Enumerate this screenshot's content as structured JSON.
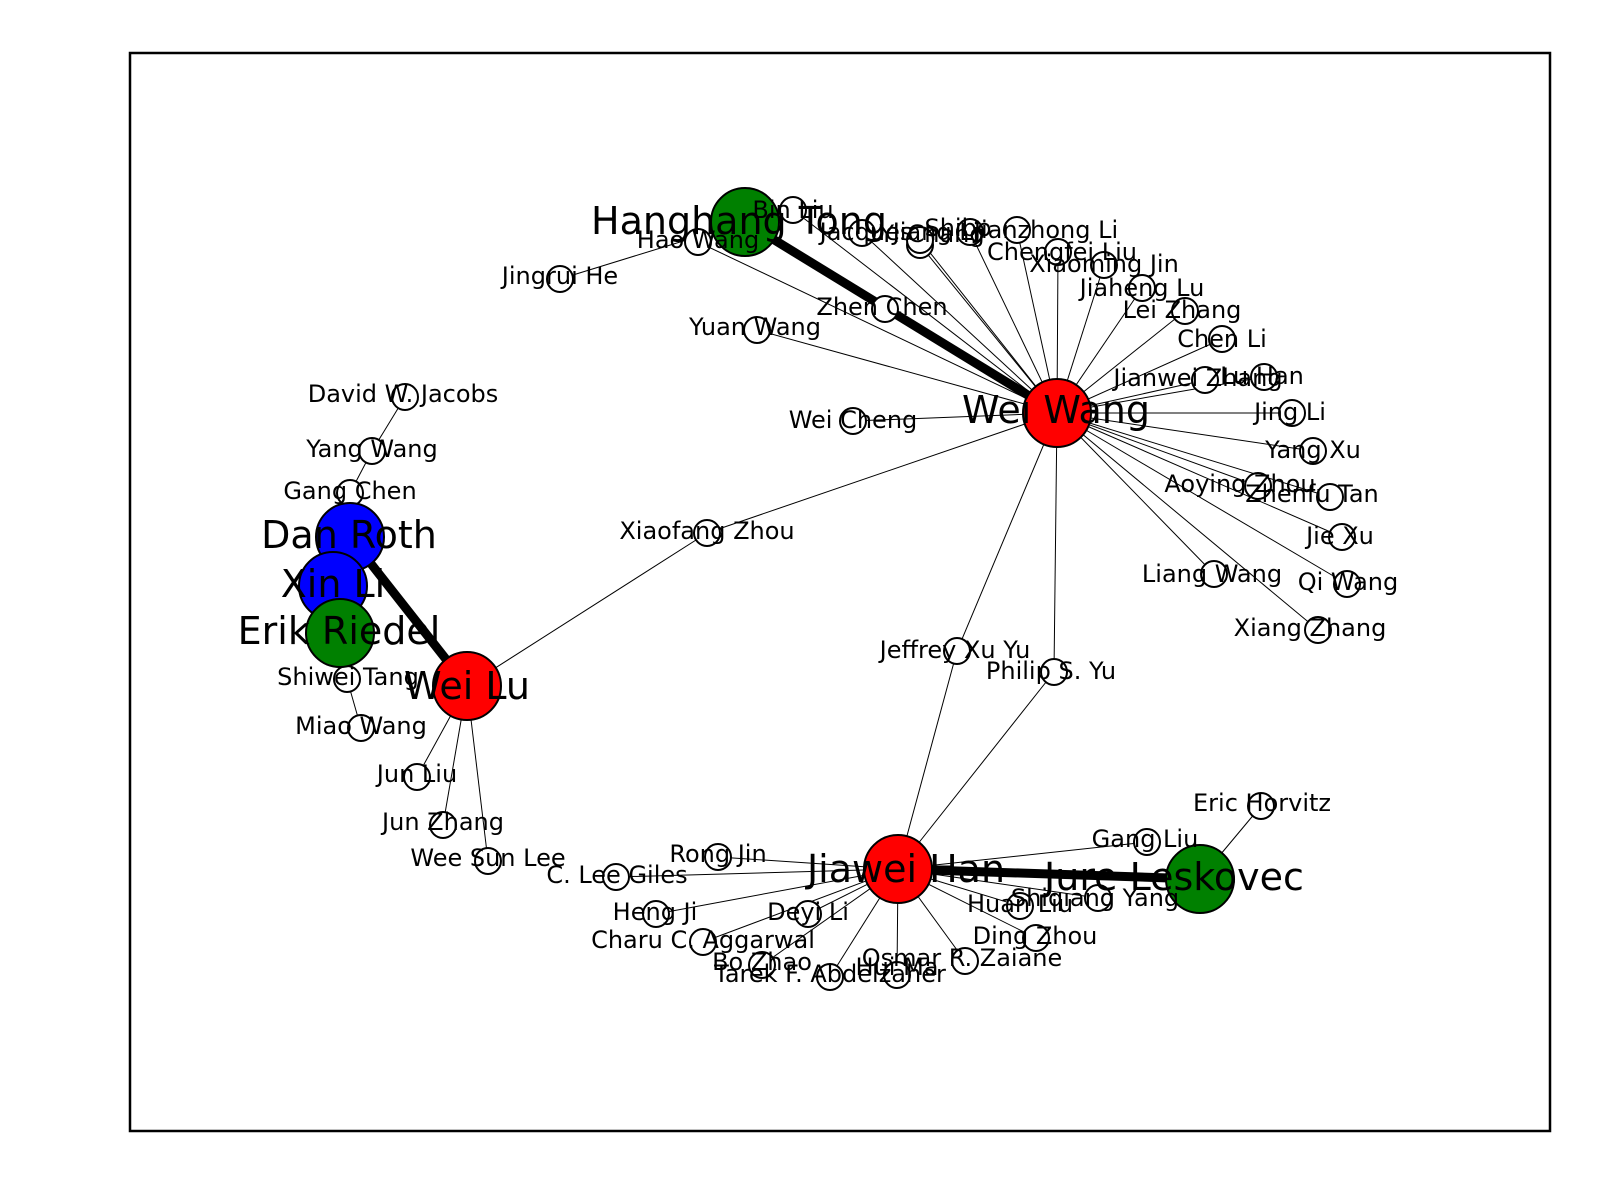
{
  "colors": {
    "red": "#ff0000",
    "blue": "#0000ff",
    "green": "#008000",
    "white": "#ffffff",
    "edge": "#000000",
    "frame": "#000000"
  },
  "nodes": [
    {
      "id": "wei-wang",
      "label": "Wei Wang",
      "color": "red",
      "big": true
    },
    {
      "id": "jiawei-han",
      "label": "Jiawei Han",
      "color": "red",
      "big": true
    },
    {
      "id": "wei-lu",
      "label": "Wei Lu",
      "color": "red",
      "big": true
    },
    {
      "id": "dan-roth",
      "label": "Dan Roth",
      "color": "blue",
      "big": true
    },
    {
      "id": "xin-li",
      "label": "Xin Li",
      "color": "blue",
      "big": true
    },
    {
      "id": "erik-riedel",
      "label": "Erik Riedel",
      "color": "green",
      "big": true
    },
    {
      "id": "hanghang-tong",
      "label": "Hanghang Tong",
      "color": "green",
      "big": true
    },
    {
      "id": "jure-leskovec",
      "label": "Jure Leskovec",
      "color": "green",
      "big": true
    },
    {
      "id": "bin-liu",
      "label": "Bin Liu",
      "color": "white"
    },
    {
      "id": "hao-wang",
      "label": "Hao Wang",
      "color": "white"
    },
    {
      "id": "jacques",
      "label": "Jacques",
      "color": "white"
    },
    {
      "id": "yi-chang",
      "label": "Yi Chang",
      "color": "white"
    },
    {
      "id": "jiang-li",
      "label": "Jiang Li",
      "color": "white"
    },
    {
      "id": "shi-bo",
      "label": "Shibo",
      "color": "white"
    },
    {
      "id": "jianzhong-li",
      "label": "Jianzhong Li",
      "color": "white"
    },
    {
      "id": "chengfei-liu",
      "label": "Chengfei Liu",
      "color": "white"
    },
    {
      "id": "xiaoming-jin",
      "label": "Xiaoming Jin",
      "color": "white"
    },
    {
      "id": "jiaheng-lu",
      "label": "Jiaheng Lu",
      "color": "white"
    },
    {
      "id": "lei-zhang",
      "label": "Lei Zhang",
      "color": "white"
    },
    {
      "id": "chen-li",
      "label": "Chen Li",
      "color": "white"
    },
    {
      "id": "jianwei-zhang",
      "label": "Jianwei Zhang",
      "color": "white"
    },
    {
      "id": "lu-han",
      "label": "Lu Han",
      "color": "white"
    },
    {
      "id": "jing-li",
      "label": "Jing Li",
      "color": "white"
    },
    {
      "id": "yang-xu",
      "label": "Yang Xu",
      "color": "white"
    },
    {
      "id": "aoying-zhou",
      "label": "Aoying Zhou",
      "color": "white"
    },
    {
      "id": "zhenfu-tan",
      "label": "Zhenfu Tan",
      "color": "white"
    },
    {
      "id": "jie-xu",
      "label": "Jie Xu",
      "color": "white"
    },
    {
      "id": "liang-wang",
      "label": "Liang Wang",
      "color": "white"
    },
    {
      "id": "qi-wang",
      "label": "Qi Wang",
      "color": "white"
    },
    {
      "id": "xiang-zhang",
      "label": "Xiang Zhang",
      "color": "white"
    },
    {
      "id": "zhen-chen",
      "label": "Zhen Chen",
      "color": "white"
    },
    {
      "id": "yuan-wang",
      "label": "Yuan Wang",
      "color": "white"
    },
    {
      "id": "wei-cheng",
      "label": "Wei Cheng",
      "color": "white"
    },
    {
      "id": "jingrui-he",
      "label": "Jingrui He",
      "color": "white"
    },
    {
      "id": "xiaofang-zhou",
      "label": "Xiaofang Zhou",
      "color": "white"
    },
    {
      "id": "jeffrey-xu-yu",
      "label": "Jeffrey Xu Yu",
      "color": "white"
    },
    {
      "id": "philip-s-yu",
      "label": "Philip S. Yu",
      "color": "white"
    },
    {
      "id": "david-w-jacobs",
      "label": "David W. Jacobs",
      "color": "white"
    },
    {
      "id": "yang-wang",
      "label": "Yang Wang",
      "color": "white"
    },
    {
      "id": "gang-chen",
      "label": "Gang Chen",
      "color": "white"
    },
    {
      "id": "shiwei-tang",
      "label": "Shiwei Tang",
      "color": "white"
    },
    {
      "id": "miao-wang",
      "label": "Miao Wang",
      "color": "white"
    },
    {
      "id": "jun-liu",
      "label": "Jun Liu",
      "color": "white"
    },
    {
      "id": "jun-zhang",
      "label": "Jun Zhang",
      "color": "white"
    },
    {
      "id": "wee-sun-lee",
      "label": "Wee Sun Lee",
      "color": "white"
    },
    {
      "id": "eric-horvitz",
      "label": "Eric Horvitz",
      "color": "white"
    },
    {
      "id": "gang-liu",
      "label": "Gang Liu",
      "color": "white"
    },
    {
      "id": "rong-jin",
      "label": "Rong Jin",
      "color": "white"
    },
    {
      "id": "c-lee-giles",
      "label": "C. Lee Giles",
      "color": "white"
    },
    {
      "id": "heng-ji",
      "label": "Heng Ji",
      "color": "white"
    },
    {
      "id": "deyi-li",
      "label": "Deyi Li",
      "color": "white"
    },
    {
      "id": "charu-aggarwal",
      "label": "Charu C. Aggarwal",
      "color": "white"
    },
    {
      "id": "bo-zhao",
      "label": "Bo Zhao",
      "color": "white"
    },
    {
      "id": "tarek-abdelzaher",
      "label": "Tarek F. Abdelzaher",
      "color": "white"
    },
    {
      "id": "hui-ma",
      "label": "Hui Ma",
      "color": "white"
    },
    {
      "id": "osmar-zaiane",
      "label": "Osmar R. Zaiane",
      "color": "white"
    },
    {
      "id": "ding-zhou",
      "label": "Ding Zhou",
      "color": "white"
    },
    {
      "id": "huan-liu",
      "label": "Huan Liu",
      "color": "white"
    },
    {
      "id": "shiqiang-yang",
      "label": "Shiqiang Yang",
      "color": "white"
    }
  ],
  "edges": [
    [
      "wei-wang",
      "hanghang-tong",
      9
    ],
    [
      "jiawei-han",
      "jure-leskovec",
      9
    ],
    [
      "wei-lu",
      "dan-roth",
      9
    ],
    [
      "wei-wang",
      "hao-wang",
      1
    ],
    [
      "wei-wang",
      "bin-liu",
      1
    ],
    [
      "wei-wang",
      "jacques",
      1
    ],
    [
      "wei-wang",
      "yi-chang",
      1
    ],
    [
      "wei-wang",
      "jiang-li",
      1
    ],
    [
      "wei-wang",
      "shi-bo",
      1
    ],
    [
      "wei-wang",
      "jianzhong-li",
      1
    ],
    [
      "wei-wang",
      "chengfei-liu",
      1
    ],
    [
      "wei-wang",
      "xiaoming-jin",
      1
    ],
    [
      "wei-wang",
      "jiaheng-lu",
      1
    ],
    [
      "wei-wang",
      "lei-zhang",
      1
    ],
    [
      "wei-wang",
      "chen-li",
      1
    ],
    [
      "wei-wang",
      "jianwei-zhang",
      1
    ],
    [
      "wei-wang",
      "lu-han",
      1
    ],
    [
      "wei-wang",
      "jing-li",
      1
    ],
    [
      "wei-wang",
      "yang-xu",
      1
    ],
    [
      "wei-wang",
      "aoying-zhou",
      1
    ],
    [
      "wei-wang",
      "zhenfu-tan",
      1
    ],
    [
      "wei-wang",
      "jie-xu",
      1
    ],
    [
      "wei-wang",
      "liang-wang",
      1
    ],
    [
      "wei-wang",
      "qi-wang",
      1
    ],
    [
      "wei-wang",
      "xiang-zhang",
      1
    ],
    [
      "wei-wang",
      "zhen-chen",
      1
    ],
    [
      "wei-wang",
      "yuan-wang",
      1
    ],
    [
      "wei-wang",
      "wei-cheng",
      1
    ],
    [
      "wei-wang",
      "xiaofang-zhou",
      1
    ],
    [
      "wei-wang",
      "jeffrey-xu-yu",
      1
    ],
    [
      "wei-wang",
      "philip-s-yu",
      1
    ],
    [
      "hanghang-tong",
      "jingrui-he",
      1
    ],
    [
      "wei-lu",
      "xiaofang-zhou",
      1
    ],
    [
      "jiawei-han",
      "jeffrey-xu-yu",
      1
    ],
    [
      "jiawei-han",
      "philip-s-yu",
      1
    ],
    [
      "dan-roth",
      "gang-chen",
      1
    ],
    [
      "gang-chen",
      "yang-wang",
      1
    ],
    [
      "yang-wang",
      "david-w-jacobs",
      1
    ],
    [
      "shiwei-tang",
      "miao-wang",
      1
    ],
    [
      "wei-lu",
      "jun-liu",
      1
    ],
    [
      "wei-lu",
      "jun-zhang",
      1
    ],
    [
      "wei-lu",
      "wee-sun-lee",
      1
    ],
    [
      "jure-leskovec",
      "eric-horvitz",
      1
    ],
    [
      "jiawei-han",
      "gang-liu",
      1
    ],
    [
      "jiawei-han",
      "rong-jin",
      1
    ],
    [
      "jiawei-han",
      "c-lee-giles",
      1
    ],
    [
      "jiawei-han",
      "heng-ji",
      1
    ],
    [
      "jiawei-han",
      "deyi-li",
      1
    ],
    [
      "jiawei-han",
      "charu-aggarwal",
      1
    ],
    [
      "jiawei-han",
      "bo-zhao",
      1
    ],
    [
      "jiawei-han",
      "tarek-abdelzaher",
      1
    ],
    [
      "jiawei-han",
      "hui-ma",
      1
    ],
    [
      "jiawei-han",
      "osmar-zaiane",
      1
    ],
    [
      "jiawei-han",
      "ding-zhou",
      1
    ],
    [
      "jiawei-han",
      "huan-liu",
      1
    ],
    [
      "jiawei-han",
      "shiqiang-yang",
      1
    ]
  ]
}
